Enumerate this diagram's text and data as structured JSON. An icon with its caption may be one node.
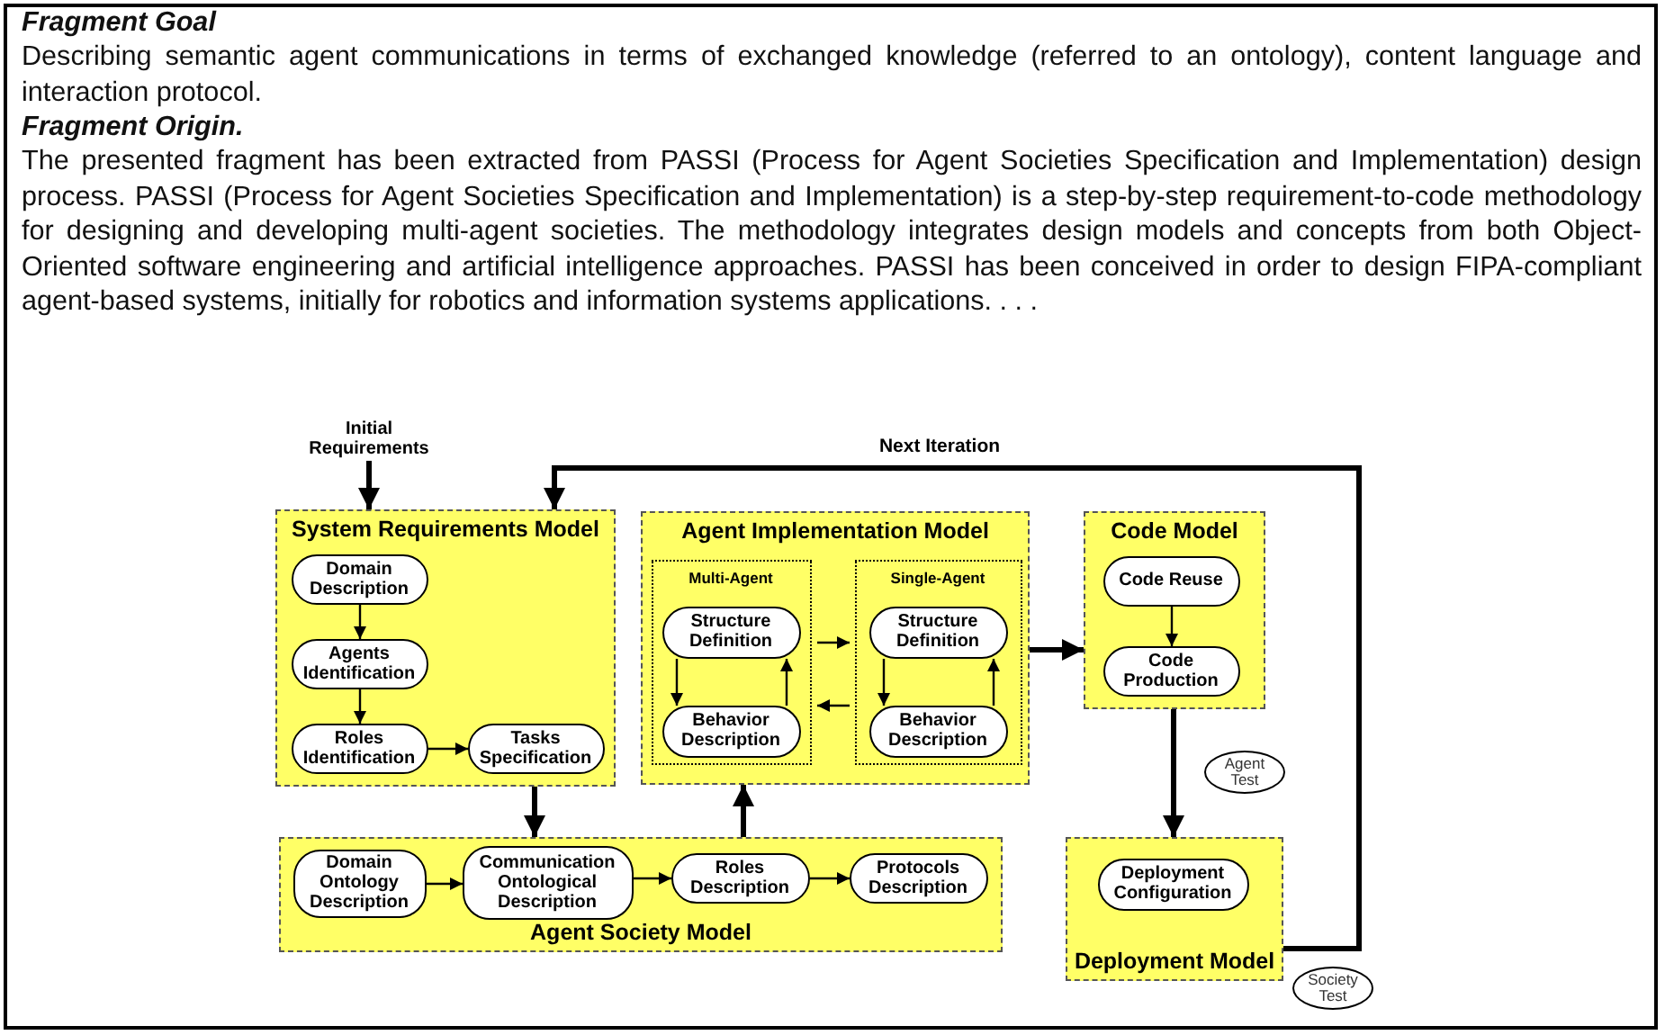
{
  "diagram": {
    "nodes": [
      {
        "text": [
          "System Requirements Model"
        ]
      },
      {
        "text": [
          "Domain Description"
        ],
        "in": 0
      },
      {
        "text": [
          "Agents Identification"
        ],
        "in": 0
      },
      {
        "text": [
          "Roles Identification"
        ],
        "in": 0
      },
      {
        "text": [
          "Tasks Specification"
        ],
        "in": 0
      },
      {
        "text": [
          "Agent Implementation Model"
        ]
      },
      {
        "text": [
          "Multi-Agent"
        ],
        "in": 5
      },
      {
        "text": [
          "Structure Definition"
        ],
        "in": 6
      },
      {
        "text": [
          "Behavior Description"
        ],
        "in": 6
      },
      {
        "text": [
          "Single-Agent"
        ],
        "in": 5
      },
      {
        "text": [
          "Structure Definition"
        ],
        "in": 9
      },
      {
        "text": [
          "Behavior Description"
        ],
        "in": 9
      },
      {
        "text": [
          "Code Model"
        ]
      },
      {
        "text": [
          "Code Reuse"
        ],
        "in": 12
      },
      {
        "text": [
          "Code Production"
        ],
        "in": 12
      },
      {
        "text": [
          "Agent Society Model"
        ]
      },
      {
        "text": [
          "Domain Ontology Description"
        ],
        "in": 15
      },
      {
        "text": [
          "Communication Ontological Description"
        ],
        "in": 15
      },
      {
        "text": [
          "Roles Description"
        ],
        "in": 15
      },
      {
        "text": [
          "Protocols Description"
        ],
        "in": 15
      },
      {
        "text": [
          "Deployment Model"
        ]
      },
      {
        "text": [
          "Deployment Configuration"
        ],
        "in": 20
      },
      {
        "text": [
          "Initial Requirements"
        ]
      },
      {
        "text": [
          "Agent Test"
        ]
      },
      {
        "text": [
          "Society Test"
        ]
      }
    ],
    "edges": [
      {
        "from": 22,
        "to": 0,
        "arrow": "to",
        "style": "thick"
      },
      {
        "from": 1,
        "to": 2,
        "arrow": "to"
      },
      {
        "from": 2,
        "to": 3,
        "arrow": "to"
      },
      {
        "from": 3,
        "to": 4,
        "arrow": "to"
      },
      {
        "from": 0,
        "to": 15,
        "arrow": "to",
        "style": "thick"
      },
      {
        "from": 15,
        "to": 5,
        "arrow": "to",
        "style": "thick"
      },
      {
        "from": 7,
        "to": 8,
        "arrow": "to"
      },
      {
        "from": 8,
        "to": 7,
        "arrow": "to"
      },
      {
        "from": 10,
        "to": 11,
        "arrow": "to"
      },
      {
        "from": 11,
        "to": 10,
        "arrow": "to"
      },
      {
        "from": 6,
        "to": 9,
        "arrow": "to"
      },
      {
        "from": 9,
        "to": 6,
        "arrow": "to"
      },
      {
        "from": 5,
        "to": 12,
        "arrow": "to",
        "style": "thick"
      },
      {
        "from": 13,
        "to": 14,
        "arrow": "to"
      },
      {
        "from": 12,
        "to": 20,
        "arrow": "to",
        "style": "thick"
      },
      {
        "from": 16,
        "to": 17,
        "arrow": "to"
      },
      {
        "from": 17,
        "to": 18,
        "arrow": "to"
      },
      {
        "from": 18,
        "to": 19,
        "arrow": "to"
      },
      {
        "from": 20,
        "to": 0,
        "arrow": "to",
        "style": "thick",
        "label": "Next Iteration"
      }
    ],
    "labels": [
      "Fragment Goal",
      "Describing semantic agent communications in terms of exchanged knowledge (referred to an ontology), content language and interaction protocol.",
      "Fragment Origin.",
      "The presented fragment has been extracted from PASSI (Process for Agent Societies Specification and Implementation) design process. PASSI (Process for Agent Societies Specification and Implementation) is a step-by-step requirement-to-code methodology for designing and developing multi-agent societies. The methodology integrates design models and concepts from both Object-Oriented software engineering and artificial intelligence approaches. PASSI has been conceived in order to design FIPA-compliant agent-based systems, initially for robotics and information systems applications. . . ."
    ]
  }
}
